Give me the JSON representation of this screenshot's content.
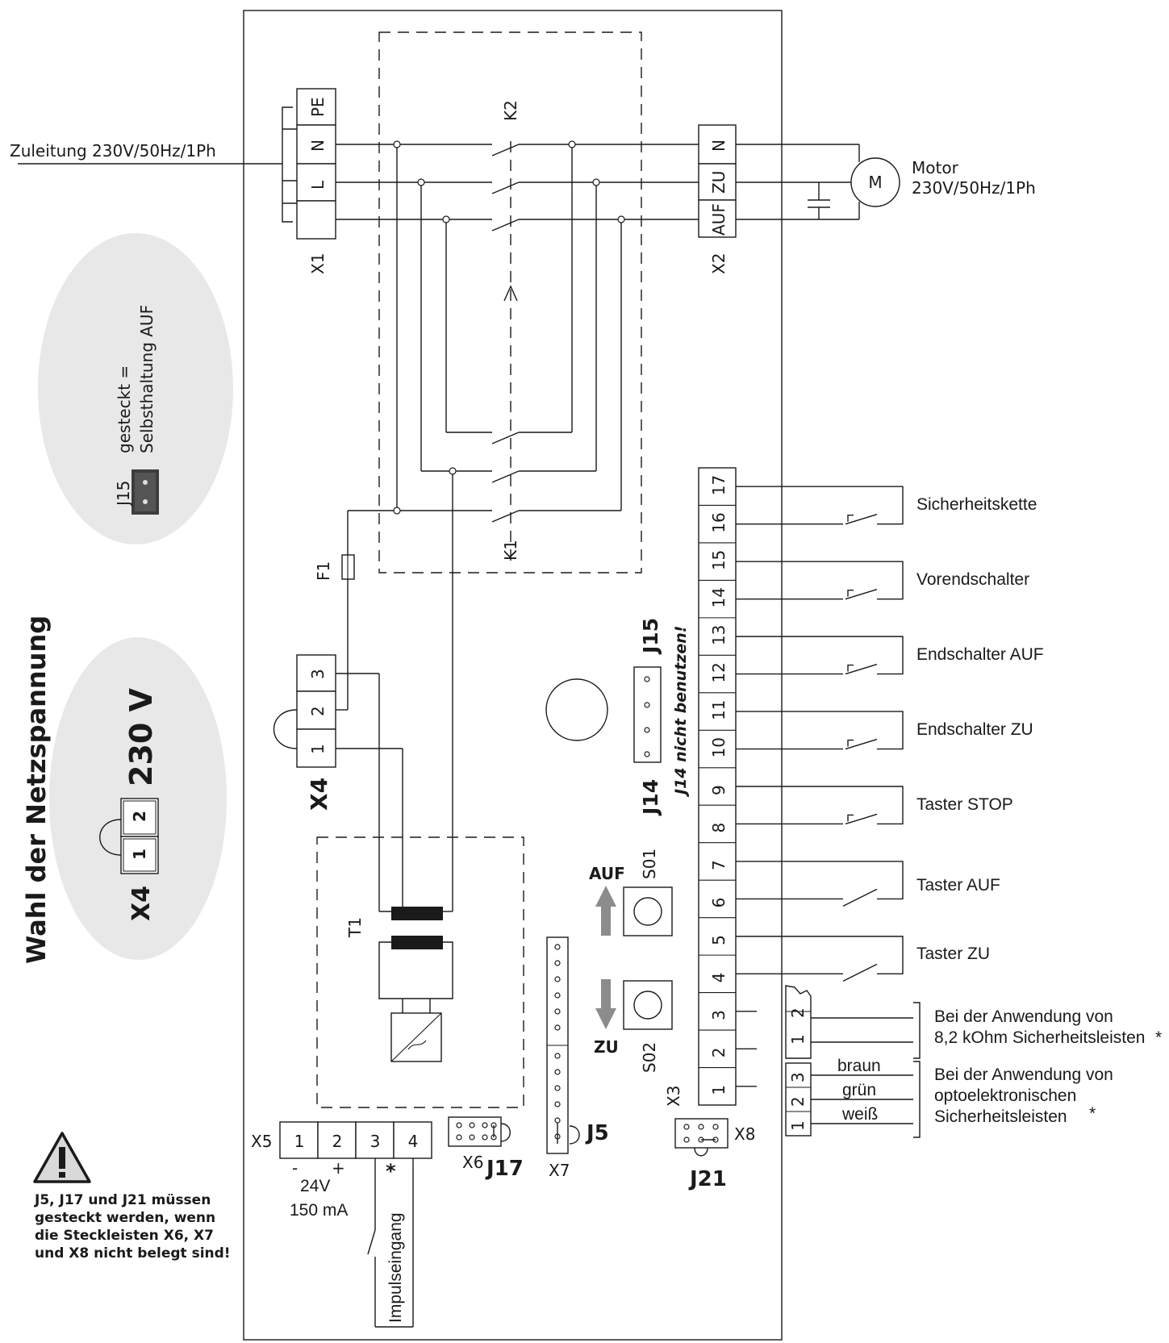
{
  "feed": {
    "label": "Zuleitung 230V/50Hz/1Ph"
  },
  "motor": {
    "title": "Motor",
    "spec": "230V/50Hz/1Ph",
    "symbol": "M"
  },
  "x1": {
    "name": "X1",
    "pins": [
      "PE",
      "N",
      "L",
      ""
    ]
  },
  "x2": {
    "name": "X2",
    "pins": [
      "N",
      "ZU",
      "AUF"
    ]
  },
  "relays": {
    "k1": "K1",
    "k2": "K2",
    "fuse": "F1",
    "transformer": "T1"
  },
  "j15_panel": {
    "jumper": "J15",
    "line1": "gesteckt =",
    "line2": "Selbsthaltung AUF"
  },
  "voltage_panel": {
    "title": "Wahl der Netzspannung",
    "voltage": "230 V",
    "jumper": "X4",
    "pin1": "1",
    "pin2": "2"
  },
  "x4": {
    "name": "X4",
    "pins": [
      "3",
      "2",
      "1"
    ]
  },
  "j14_j15": {
    "j15": "J15",
    "j14": "J14",
    "note": "J14 nicht benutzen!"
  },
  "buttons": {
    "s01": "S01",
    "s02": "S02",
    "auf": "AUF",
    "zu": "ZU"
  },
  "x3": {
    "name": "X3",
    "pins": [
      "17",
      "16",
      "15",
      "14",
      "13",
      "12",
      "11",
      "10",
      "9",
      "8",
      "7",
      "6",
      "5",
      "4",
      "3",
      "2",
      "1"
    ]
  },
  "inputs": [
    "Sicherheitskette",
    "Vorendschalter",
    "Endschalter AUF",
    "Endschalter ZU",
    "Taster STOP",
    "Taster AUF",
    "Taster ZU"
  ],
  "edge_82": {
    "pins": [
      "2",
      "1"
    ],
    "line1": "Bei der Anwendung von",
    "line2": "8,2 kOhm Sicherheitsleisten",
    "star": "*"
  },
  "edge_opto": {
    "pins": [
      "3",
      "2",
      "1"
    ],
    "wires": [
      "braun",
      "grün",
      "weiß"
    ],
    "line1": "Bei der Anwendung von",
    "line2": "optoelektronischen",
    "line3": "Sicherheitsleisten",
    "star": "*"
  },
  "x5": {
    "name": "X5",
    "pins": [
      "1",
      "2",
      "3",
      "4"
    ],
    "minus": "-",
    "plus": "+",
    "voltage": "24V",
    "current": "150 mA",
    "impulse": "Impulseingang",
    "star": "*"
  },
  "headers": {
    "x6": "X6",
    "j17": "J17",
    "x7": "X7",
    "j5": "J5",
    "x8": "X8",
    "j21": "J21"
  },
  "warning": {
    "line1": "J5, J17 und J21 müssen",
    "line2": "gesteckt werden, wenn",
    "line3": "die Steckleisten X6, X7",
    "line4": "und X8 nicht belegt sind!"
  },
  "colors": {
    "panel_bg": "#e8e8e8",
    "arrow": "#8c8c8c",
    "line": "#1a1a1a"
  }
}
